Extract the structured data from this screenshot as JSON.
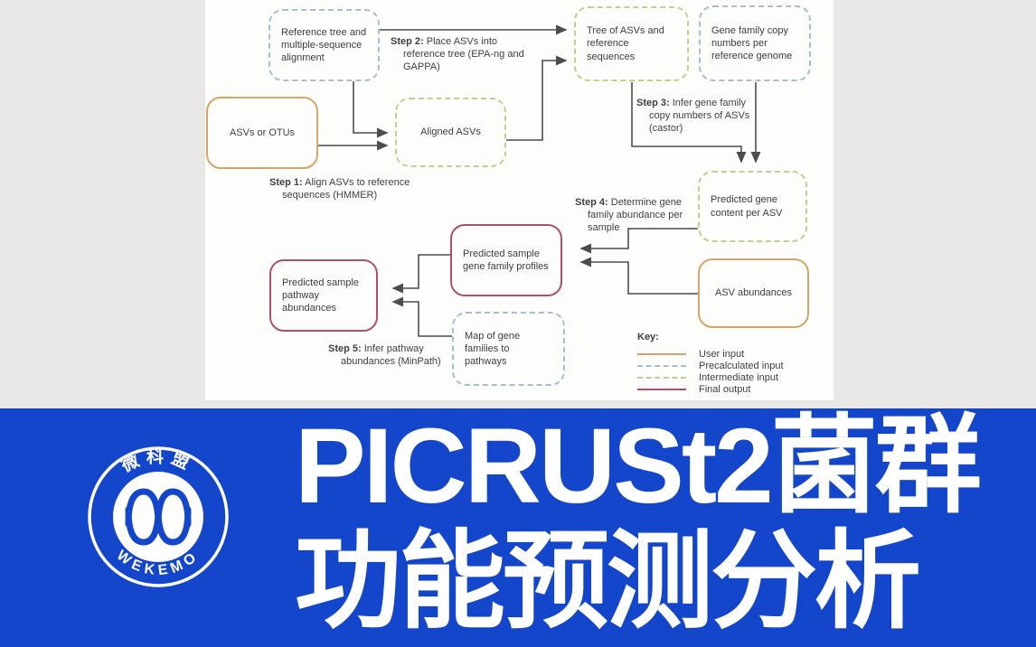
{
  "diagram": {
    "boxes": [
      {
        "id": "reference-tree",
        "label": "Reference tree and multiple-sequence alignment",
        "type": "precalculated-input"
      },
      {
        "id": "asvs-otus",
        "label": "ASVs or OTUs",
        "type": "user-input"
      },
      {
        "id": "aligned-asvs",
        "label": "Aligned ASVs",
        "type": "intermediate-input"
      },
      {
        "id": "tree-of-asvs",
        "label": "Tree of ASVs and reference sequences",
        "type": "intermediate-input"
      },
      {
        "id": "gene-family-copy-numbers",
        "label": "Gene family copy numbers per reference genome",
        "type": "precalculated-input"
      },
      {
        "id": "predicted-gene-content",
        "label": "Predicted gene content per ASV",
        "type": "intermediate-input"
      },
      {
        "id": "asv-abundances",
        "label": "ASV abundances",
        "type": "user-input"
      },
      {
        "id": "predicted-gene-profiles",
        "label": "Predicted sample gene family profiles",
        "type": "final-output"
      },
      {
        "id": "predicted-pathway-abundances",
        "label": "Predicted sample pathway abundances",
        "type": "final-output"
      },
      {
        "id": "map-gene-families",
        "label": "Map of gene families to pathways",
        "type": "precalculated-input"
      }
    ],
    "steps": [
      {
        "prefix": "Step 1:",
        "text": " Align ASVs to reference sequences (HMMER)"
      },
      {
        "prefix": "Step 2:",
        "text": " Place ASVs into reference tree (EPA-ng and GAPPA)"
      },
      {
        "prefix": "Step 3:",
        "text": " Infer gene family copy numbers of ASVs (castor)"
      },
      {
        "prefix": "Step 4:",
        "text": " Determine gene family abundance per sample"
      },
      {
        "prefix": "Step 5:",
        "text": " Infer pathway abundances (MinPath)"
      }
    ],
    "key": {
      "title": "Key:",
      "items": [
        {
          "label": "User input",
          "line_style": "solid",
          "color": "#d6a566"
        },
        {
          "label": "Precalculated input",
          "line_style": "dashed",
          "color": "#a6bfcf"
        },
        {
          "label": "Intermediate input",
          "line_style": "dashed",
          "color": "#c7cc93"
        },
        {
          "label": "Final output",
          "line_style": "solid",
          "color": "#ad4f71"
        }
      ]
    }
  },
  "banner": {
    "title_line1": "PICRUSt2菌群",
    "title_line2": "功能预测分析",
    "background_color": "#1446cc",
    "text_color": "#ffffff",
    "logo": {
      "name_cn": "微科盟",
      "name_en": "WEKEMO"
    }
  }
}
